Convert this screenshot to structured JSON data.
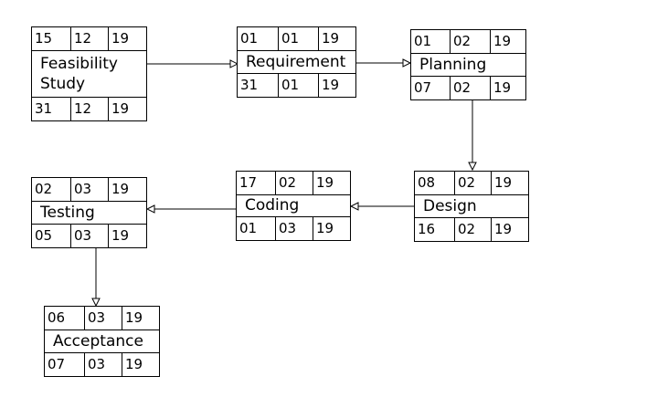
{
  "nodes": [
    {
      "id": "feasibility",
      "label": "Feasibility\nStudy",
      "start": [
        "15",
        "12",
        "19"
      ],
      "end": [
        "31",
        "12",
        "19"
      ]
    },
    {
      "id": "requirement",
      "label": "Requirement",
      "start": [
        "01",
        "01",
        "19"
      ],
      "end": [
        "31",
        "01",
        "19"
      ]
    },
    {
      "id": "planning",
      "label": "Planning",
      "start": [
        "01",
        "02",
        "19"
      ],
      "end": [
        "07",
        "02",
        "19"
      ]
    },
    {
      "id": "design",
      "label": "Design",
      "start": [
        "08",
        "02",
        "19"
      ],
      "end": [
        "16",
        "02",
        "19"
      ]
    },
    {
      "id": "coding",
      "label": "Coding",
      "start": [
        "17",
        "02",
        "19"
      ],
      "end": [
        "01",
        "03",
        "19"
      ]
    },
    {
      "id": "testing",
      "label": "Testing",
      "start": [
        "02",
        "03",
        "19"
      ],
      "end": [
        "05",
        "03",
        "19"
      ]
    },
    {
      "id": "acceptance",
      "label": "Acceptance",
      "start": [
        "06",
        "03",
        "19"
      ],
      "end": [
        "07",
        "03",
        "19"
      ]
    }
  ],
  "edges": [
    {
      "from": "feasibility",
      "to": "requirement"
    },
    {
      "from": "requirement",
      "to": "planning"
    },
    {
      "from": "planning",
      "to": "design"
    },
    {
      "from": "design",
      "to": "coding"
    },
    {
      "from": "coding",
      "to": "testing"
    },
    {
      "from": "testing",
      "to": "acceptance"
    }
  ]
}
